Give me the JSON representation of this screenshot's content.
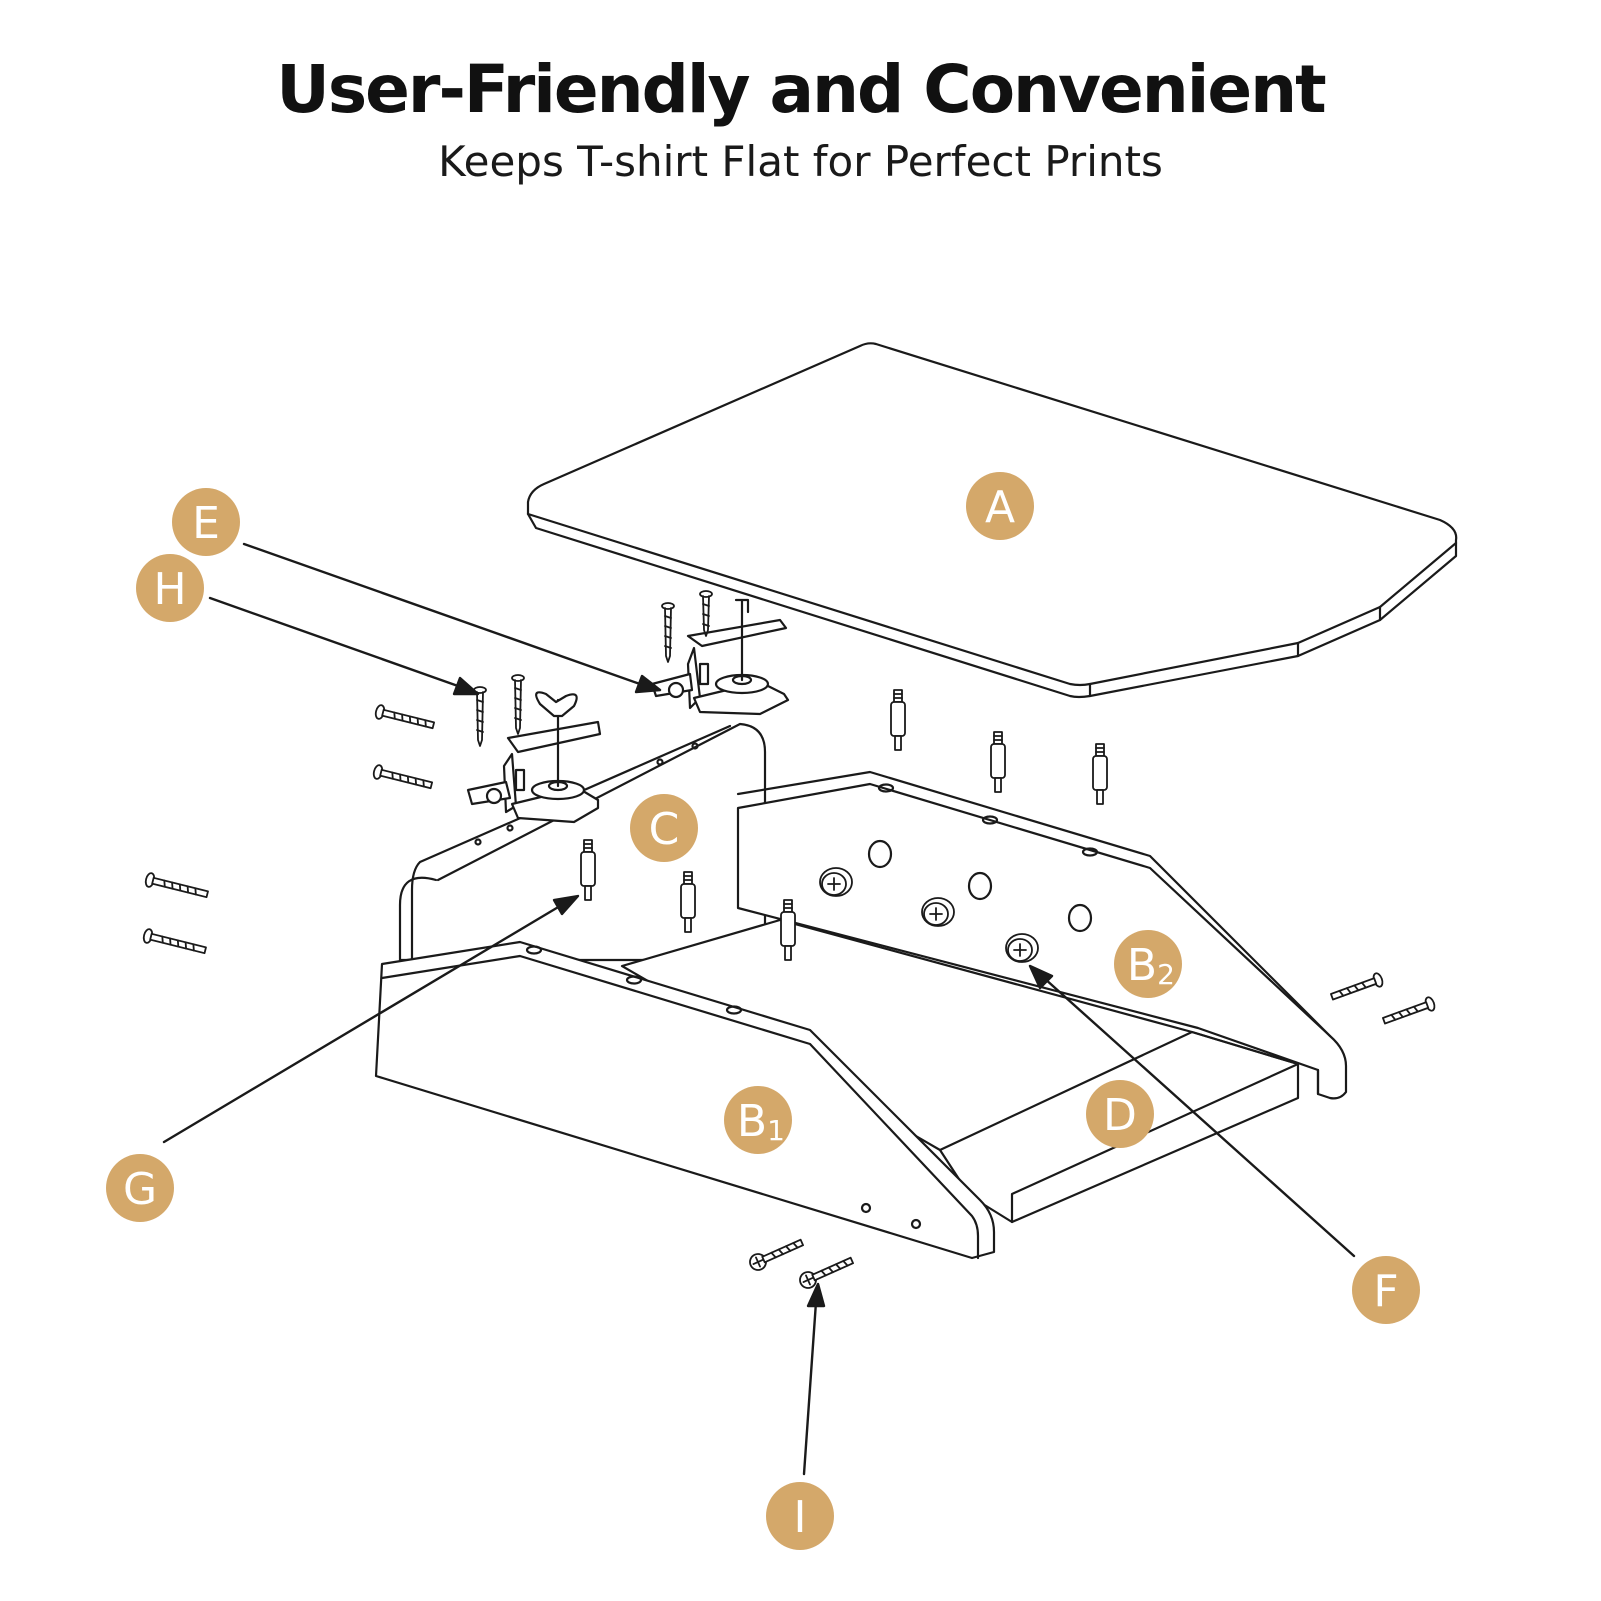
{
  "header": {
    "title": "User-Friendly and Convenient",
    "subtitle": "Keeps T-shirt Flat for Perfect Prints"
  },
  "colors": {
    "badge": "#D4A86A",
    "line": "#1a1a1a",
    "background": "#ffffff"
  },
  "parts": [
    {
      "id": "A",
      "letter": "A",
      "sub": ""
    },
    {
      "id": "B1",
      "letter": "B",
      "sub": "1"
    },
    {
      "id": "B2",
      "letter": "B",
      "sub": "2"
    },
    {
      "id": "C",
      "letter": "C",
      "sub": ""
    },
    {
      "id": "D",
      "letter": "D",
      "sub": ""
    },
    {
      "id": "E",
      "letter": "E",
      "sub": ""
    },
    {
      "id": "F",
      "letter": "F",
      "sub": ""
    },
    {
      "id": "G",
      "letter": "G",
      "sub": ""
    },
    {
      "id": "H",
      "letter": "H",
      "sub": ""
    },
    {
      "id": "I",
      "letter": "I",
      "sub": ""
    }
  ]
}
